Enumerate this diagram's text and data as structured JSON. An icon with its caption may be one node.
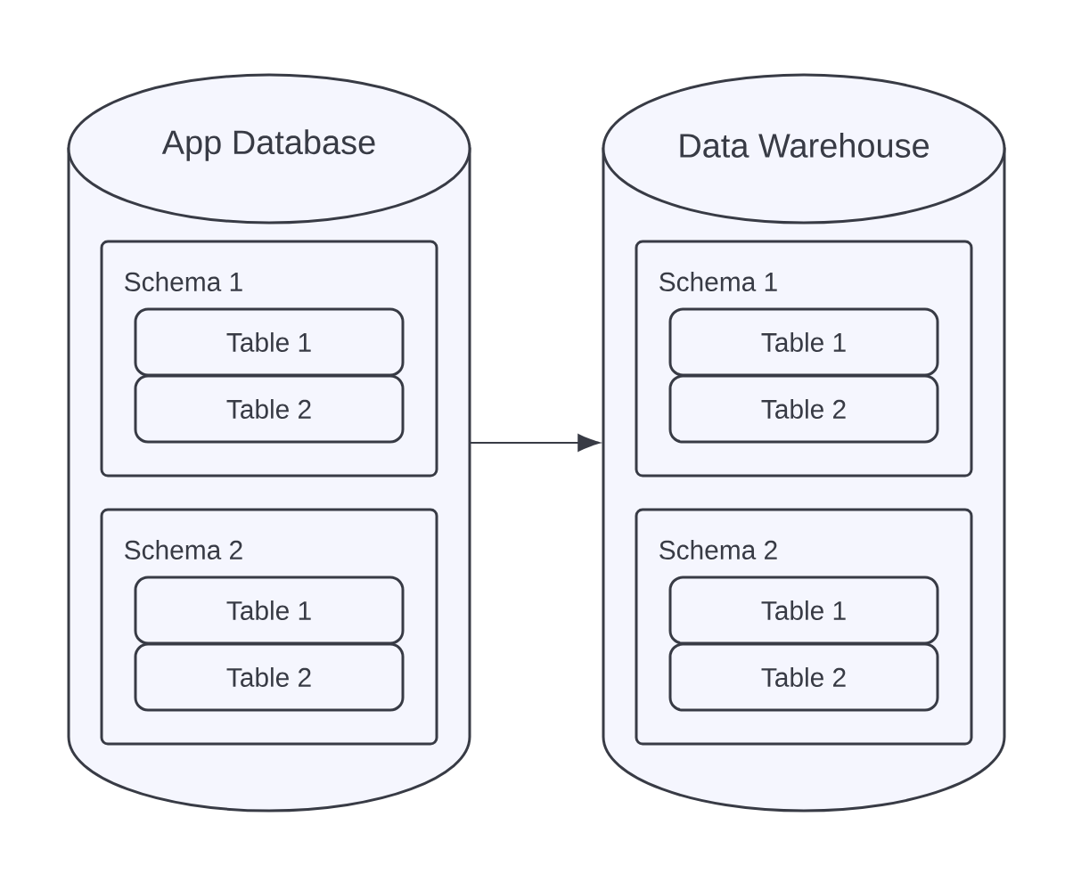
{
  "diagram": {
    "nodes": [
      {
        "text": [
          "App Database"
        ]
      },
      {
        "text": [
          "Schema 1"
        ],
        "in": 0
      },
      {
        "text": [
          "Table 1"
        ],
        "in": 1
      },
      {
        "text": [
          "Table 2"
        ],
        "in": 1
      },
      {
        "text": [
          "Schema 2"
        ],
        "in": 0
      },
      {
        "text": [
          "Table 1"
        ],
        "in": 4
      },
      {
        "text": [
          "Table 2"
        ],
        "in": 4
      },
      {
        "text": [
          "Data Warehouse"
        ]
      },
      {
        "text": [
          "Schema 1"
        ],
        "in": 7
      },
      {
        "text": [
          "Table 1"
        ],
        "in": 8
      },
      {
        "text": [
          "Table 2"
        ],
        "in": 8
      },
      {
        "text": [
          "Schema 2"
        ],
        "in": 7
      },
      {
        "text": [
          "Table 1"
        ],
        "in": 11
      },
      {
        "text": [
          "Table 2"
        ],
        "in": 11
      }
    ],
    "edges": [
      {
        "from": 0,
        "to": 7,
        "arrow": "to"
      }
    ]
  }
}
